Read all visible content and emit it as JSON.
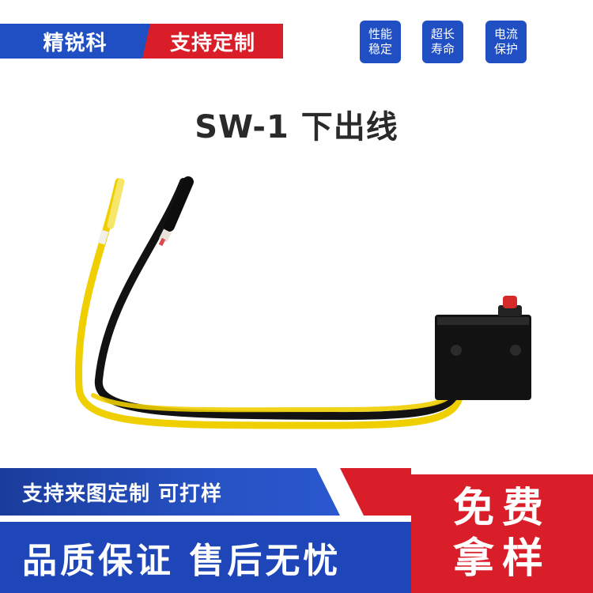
{
  "header": {
    "brand": "精锐科",
    "custom": "支持定制",
    "features": [
      {
        "line1": "性能",
        "line2": "稳定"
      },
      {
        "line1": "超长",
        "line2": "寿命"
      },
      {
        "line1": "电流",
        "line2": "保护"
      }
    ]
  },
  "title": "SW-1 下出线",
  "banner": {
    "support_text": "支持来图定制 可打样",
    "guarantee_text": "品质保证 售后无忧",
    "free_line1": "免费",
    "free_line2": "拿样"
  },
  "colors": {
    "blue": "#1f4fc2",
    "red": "#d91e2a",
    "wire_yellow": "#f2d500",
    "wire_black": "#111111"
  }
}
